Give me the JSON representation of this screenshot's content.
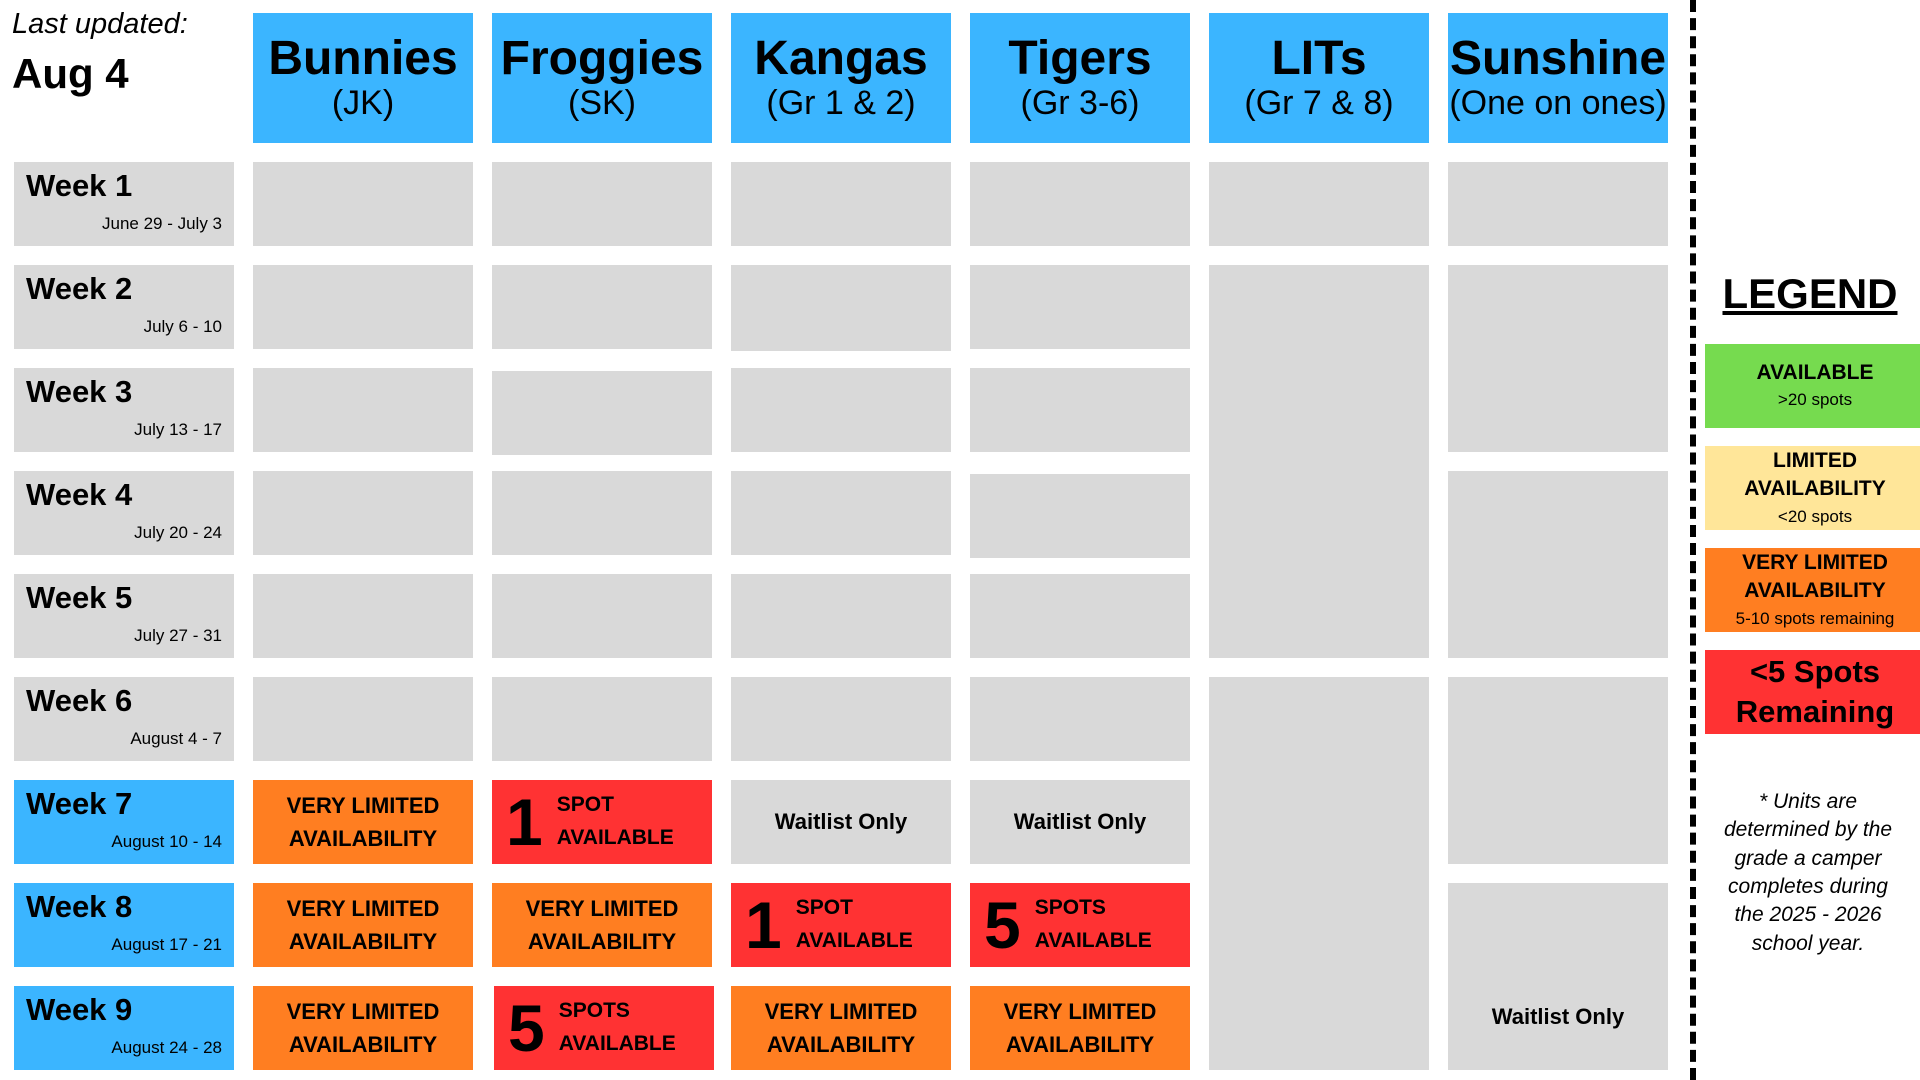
{
  "updated": {
    "label": "Last updated:",
    "date": "Aug 4"
  },
  "columns": [
    {
      "name": "Bunnies",
      "sub": "(JK)"
    },
    {
      "name": "Froggies",
      "sub": "(SK)"
    },
    {
      "name": "Kangas",
      "sub": "(Gr 1 & 2)"
    },
    {
      "name": "Tigers",
      "sub": "(Gr 3-6)"
    },
    {
      "name": "LITs",
      "sub": "(Gr 7 & 8)"
    },
    {
      "name": "Sunshine",
      "sub": "(One on ones)"
    }
  ],
  "weeks": [
    {
      "label": "Week 1",
      "dates": "June 29 - July 3"
    },
    {
      "label": "Week 2",
      "dates": "July 6 - 10"
    },
    {
      "label": "Week 3",
      "dates": "July 13 - 17"
    },
    {
      "label": "Week 4",
      "dates": "July 20 - 24"
    },
    {
      "label": "Week 5",
      "dates": "July 27 - 31"
    },
    {
      "label": "Week 6",
      "dates": "August 4 - 7"
    },
    {
      "label": "Week 7",
      "dates": "August 10 - 14"
    },
    {
      "label": "Week 8",
      "dates": "August  17 - 21"
    },
    {
      "label": "Week 9",
      "dates": "August  24 - 28"
    }
  ],
  "status": {
    "very_limited_1": "VERY LIMITED",
    "very_limited_2": "AVAILABILITY",
    "waitlist": "Waitlist Only",
    "spot_available": {
      "num": "1",
      "line1": "SPOT",
      "line2": "AVAILABLE"
    },
    "spots_available_5": {
      "num": "5",
      "line1": "SPOTS",
      "line2": "AVAILABLE"
    }
  },
  "legend": {
    "title": "LEGEND",
    "available": {
      "label": "AVAILABLE",
      "sub": ">20 spots",
      "color": "#76db4f"
    },
    "limited": {
      "line1": "LIMITED",
      "line2": "AVAILABILITY",
      "sub": "<20 spots",
      "color": "#ffe699"
    },
    "very_limited": {
      "line1": "VERY LIMITED",
      "line2": "AVAILABILITY",
      "sub": "5-10 spots remaining",
      "color": "#ff7e21"
    },
    "under5": {
      "line1": "<5 Spots",
      "line2": "Remaining",
      "color": "#ff3233"
    },
    "note": "* Units are determined by the grade a camper completes during the 2025 - 2026 school year."
  },
  "colors": {
    "header_blue": "#3bb5ff",
    "unavailable_gray": "#d9d9d9"
  }
}
